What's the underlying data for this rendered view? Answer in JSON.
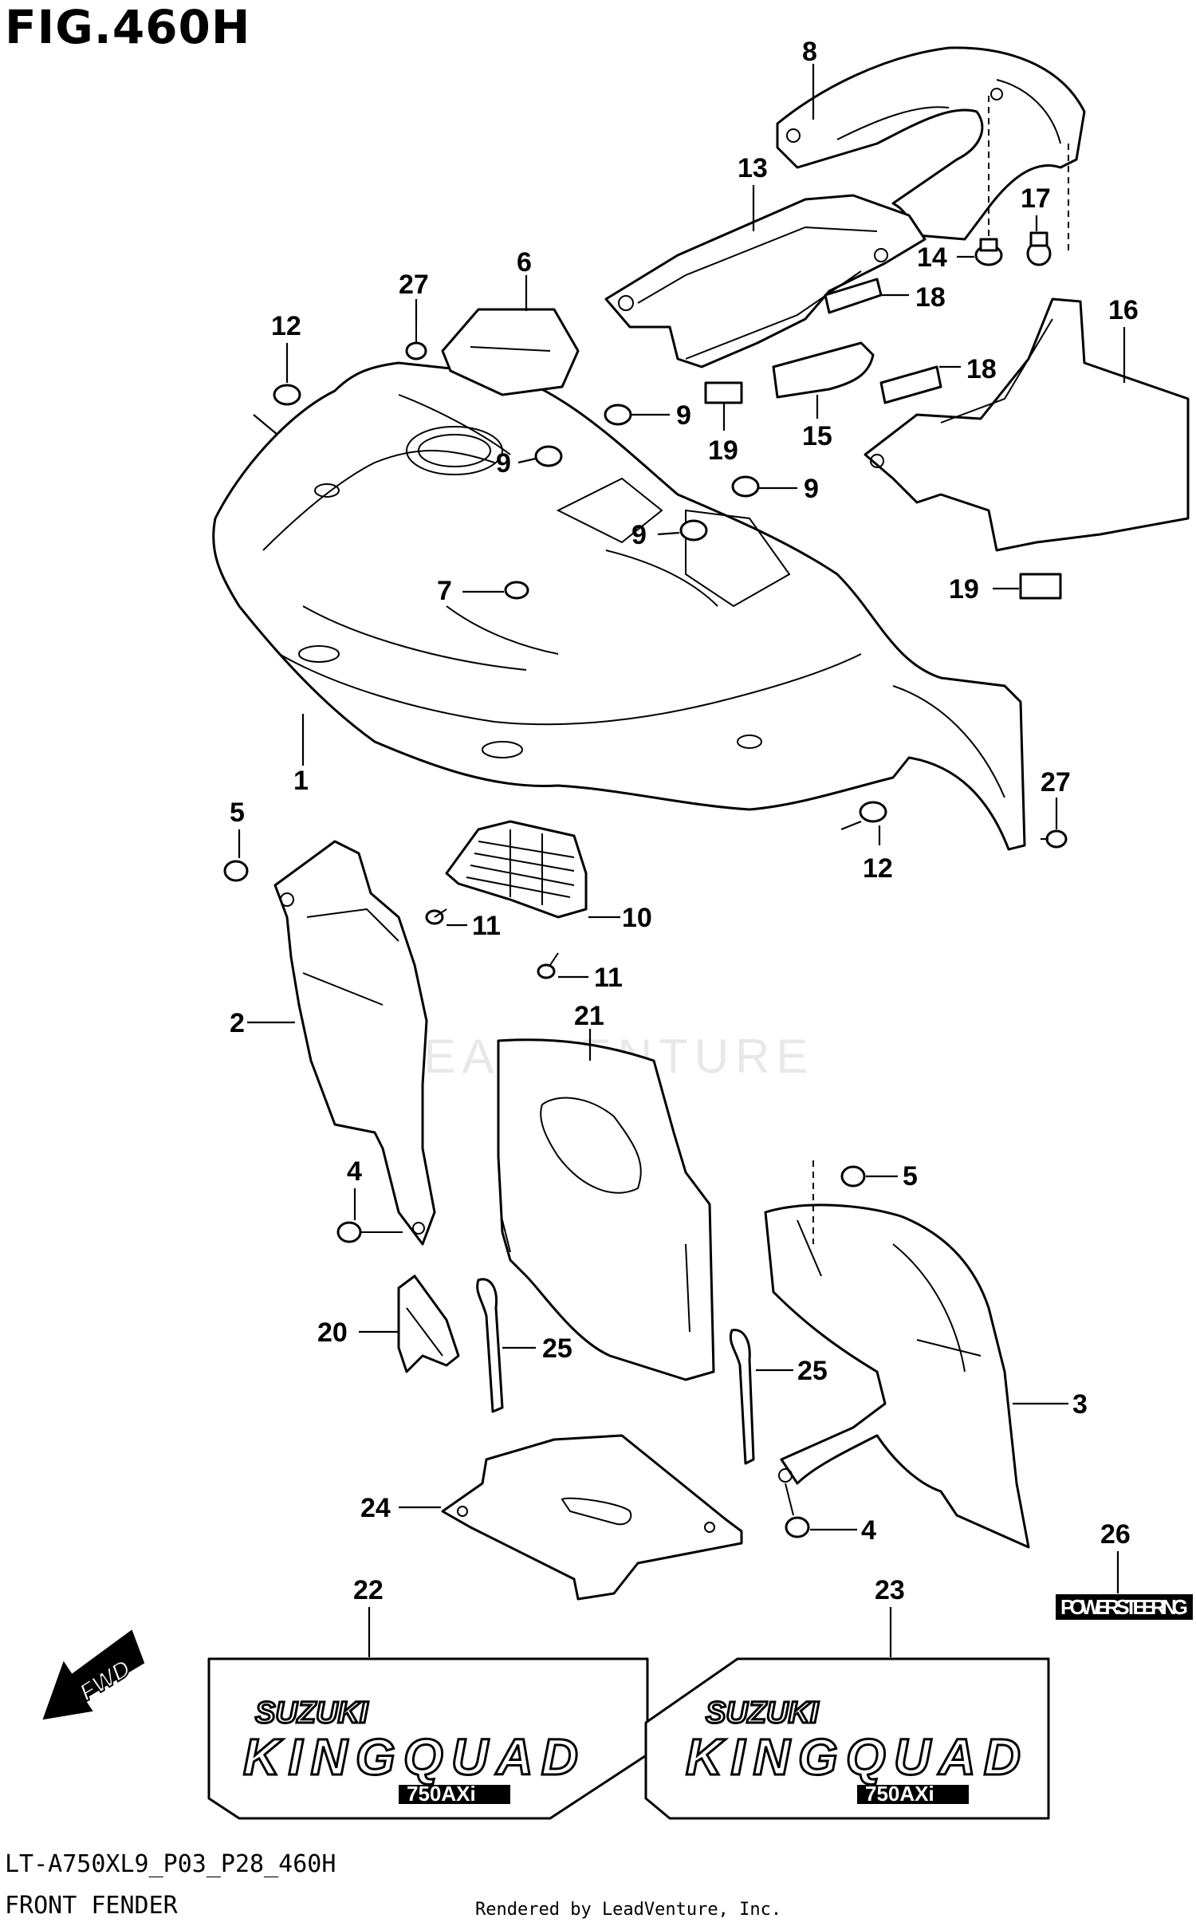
{
  "figure": {
    "title": "FIG.460H",
    "code": "LT-A750XL9_P03_P28_460H",
    "name": "FRONT FENDER",
    "credit": "Rendered by LeadVenture, Inc."
  },
  "watermark": "LEADVENTURE",
  "callouts": {
    "c1": "1",
    "c2": "2",
    "c3": "3",
    "c4a": "4",
    "c4b": "4",
    "c5a": "5",
    "c5b": "5",
    "c6": "6",
    "c7": "7",
    "c8": "8",
    "c9a": "9",
    "c9b": "9",
    "c9c": "9",
    "c9d": "9",
    "c10": "10",
    "c11a": "11",
    "c11b": "11",
    "c12a": "12",
    "c12b": "12",
    "c13": "13",
    "c14": "14",
    "c15": "15",
    "c16": "16",
    "c17": "17",
    "c18a": "18",
    "c18b": "18",
    "c19a": "19",
    "c19b": "19",
    "c20": "20",
    "c21": "21",
    "c22": "22",
    "c23": "23",
    "c24": "24",
    "c25a": "25",
    "c25b": "25",
    "c26": "26",
    "c27a": "27",
    "c27b": "27"
  },
  "decals": {
    "brand": "SUZUKI",
    "model": "KINGQUAD",
    "sub": "750AXi",
    "badge": "POWER STEERING",
    "fwd": "FWD"
  }
}
